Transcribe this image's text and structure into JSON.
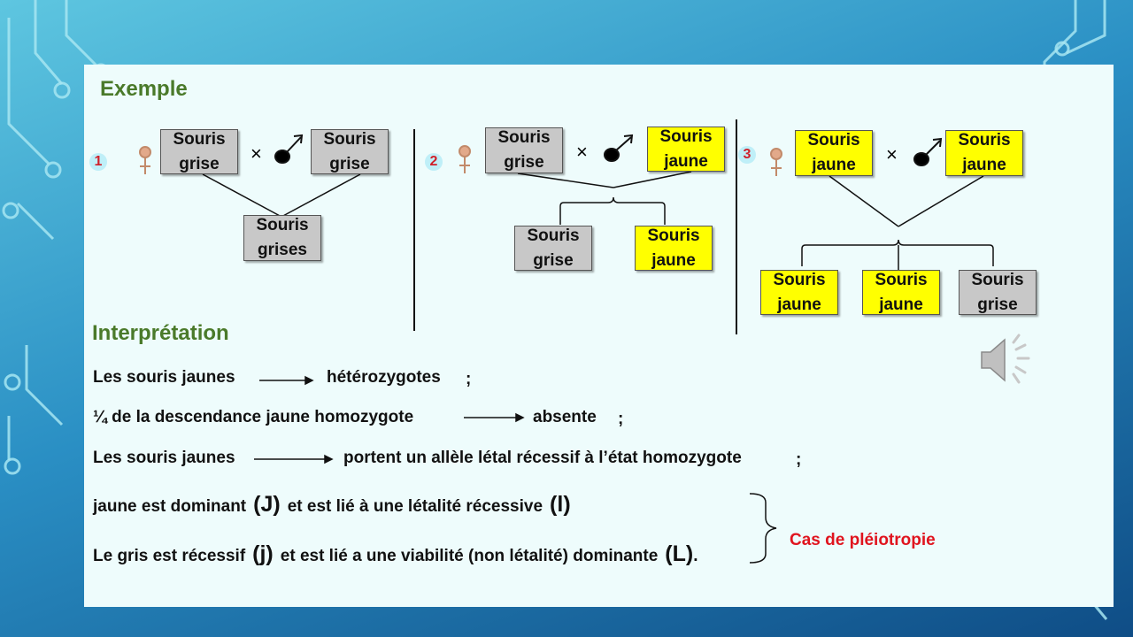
{
  "title": "Exemple",
  "crosses": [
    {
      "number": "1",
      "female_symbol": "♀",
      "cross_symbol": "×",
      "female": {
        "line1": "Souris",
        "line2": "grise"
      },
      "male": {
        "line1": "Souris",
        "line2": "grise"
      },
      "offspring": [
        {
          "line1": "Souris",
          "line2": "grises"
        }
      ]
    },
    {
      "number": "2",
      "female_symbol": "♀",
      "cross_symbol": "×",
      "female": {
        "line1": "Souris",
        "line2": "grise"
      },
      "male": {
        "line1": "Souris",
        "line2": "jaune"
      },
      "offspring": [
        {
          "line1": "Souris",
          "line2": "grise"
        },
        {
          "line1": "Souris",
          "line2": "jaune"
        }
      ]
    },
    {
      "number": "3",
      "female_symbol": "♀",
      "cross_symbol": "×",
      "female": {
        "line1": "Souris",
        "line2": "jaune"
      },
      "male": {
        "line1": "Souris",
        "line2": "jaune"
      },
      "offspring": [
        {
          "line1": "Souris",
          "line2": "jaune"
        },
        {
          "line1": "Souris",
          "line2": "jaune"
        },
        {
          "line1": "Souris",
          "line2": "grise"
        }
      ]
    }
  ],
  "interpretation": {
    "heading": "Interprétation",
    "l1": {
      "a": "Les souris jaunes",
      "b": "hétérozygotes",
      "c": ";"
    },
    "l2": {
      "a": "¼ de la descendance jaune  homozygote",
      "b": "absente",
      "c": ";"
    },
    "l3": {
      "a": "Les souris jaunes",
      "b": "portent un allèle létal récessif à l’état homozygote",
      "c": ";"
    },
    "l4": {
      "a": "jaune est dominant",
      "b": "(J)",
      "c": "et est lié à une létalité récessive",
      "d": "(l)"
    },
    "l5": {
      "a": "Le gris est récessif",
      "b": "(j)",
      "c": "et est lié a une viabilité (non létalité) dominante",
      "d": "(L)",
      "e": "."
    },
    "conclusion": "Cas de pléiotropie"
  },
  "colors": {
    "grey_box": "#c8c8c8",
    "yellow_box": "#ffff00",
    "heading": "#4a7a2a",
    "accent_red": "#e0141e"
  },
  "icons": {
    "speaker": "speaker-icon",
    "male": "male-symbol-icon",
    "female": "female-symbol-icon"
  }
}
